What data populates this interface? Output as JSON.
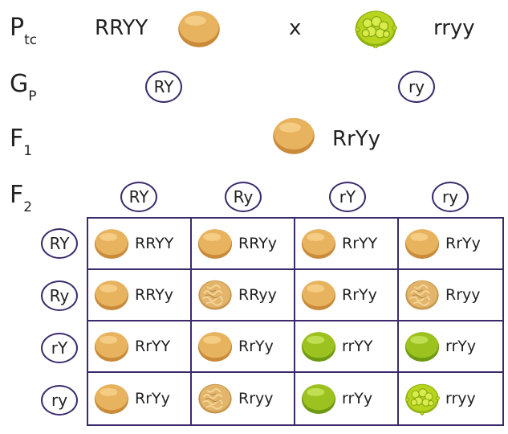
{
  "generations": {
    "ptc": {
      "main": "P",
      "sub": "tc"
    },
    "gp": {
      "main": "G",
      "sub": "P"
    },
    "f1": {
      "main": "F",
      "sub": "1"
    },
    "f2": {
      "main": "F",
      "sub": "2"
    }
  },
  "parents": {
    "left": {
      "genotype": "RRYY",
      "seed": "round-yellow"
    },
    "cross_symbol": "x",
    "right": {
      "genotype": "rryy",
      "seed": "wrinkled-green"
    }
  },
  "parent_gametes": [
    "RY",
    "ry"
  ],
  "f1": {
    "genotype": "RrYy",
    "seed": "round-yellow"
  },
  "punnett": {
    "column_gametes": [
      "RY",
      "Ry",
      "rY",
      "ry"
    ],
    "row_gametes": [
      "RY",
      "Ry",
      "rY",
      "ry"
    ],
    "cells": [
      [
        {
          "genotype": "RRYY",
          "seed": "round-yellow"
        },
        {
          "genotype": "RRYy",
          "seed": "round-yellow"
        },
        {
          "genotype": "RrYY",
          "seed": "round-yellow"
        },
        {
          "genotype": "RrYy",
          "seed": "round-yellow"
        }
      ],
      [
        {
          "genotype": "RRYy",
          "seed": "round-yellow"
        },
        {
          "genotype": "RRyy",
          "seed": "wrinkled-yellow"
        },
        {
          "genotype": "RrYy",
          "seed": "round-yellow"
        },
        {
          "genotype": "Rryy",
          "seed": "wrinkled-yellow"
        }
      ],
      [
        {
          "genotype": "RrYY",
          "seed": "round-yellow"
        },
        {
          "genotype": "RrYy",
          "seed": "round-yellow"
        },
        {
          "genotype": "rrYY",
          "seed": "round-green"
        },
        {
          "genotype": "rrYy",
          "seed": "round-green"
        }
      ],
      [
        {
          "genotype": "RrYy",
          "seed": "round-yellow"
        },
        {
          "genotype": "Rryy",
          "seed": "wrinkled-yellow"
        },
        {
          "genotype": "rrYy",
          "seed": "round-green"
        },
        {
          "genotype": "rryy",
          "seed": "wrinkled-green"
        }
      ]
    ]
  },
  "colors": {
    "outline": "#3b2a6b",
    "yellow_seed": "#e8b35e",
    "green_seed": "#9cc21f",
    "wrinkled_green": "#b5d11c"
  }
}
